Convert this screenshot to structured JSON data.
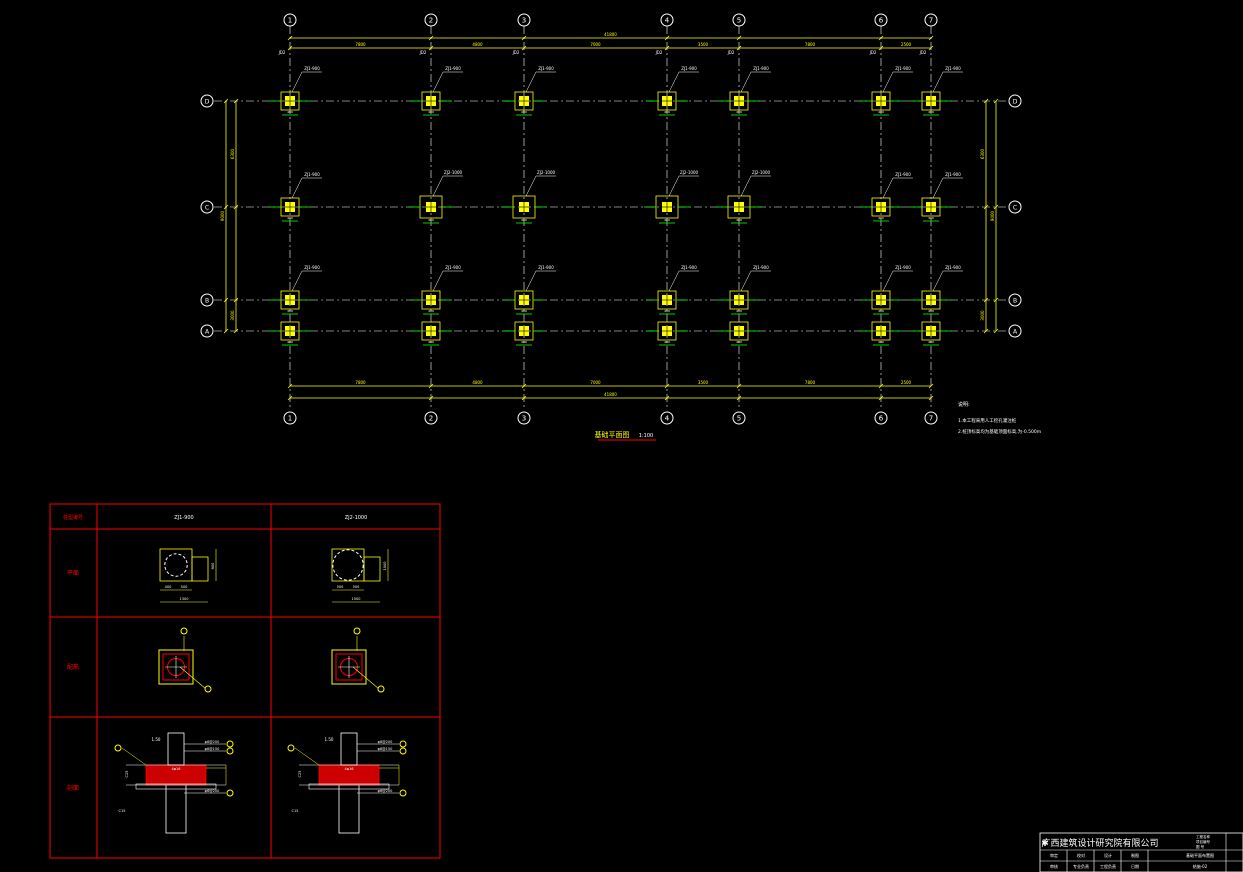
{
  "plan": {
    "title": "基础平面图",
    "scale": "1:100",
    "axes_x": [
      "1",
      "2",
      "3",
      "4",
      "5",
      "6",
      "7"
    ],
    "axes_y": [
      "D",
      "C",
      "B",
      "A"
    ],
    "dims_top": [
      "7800",
      "4800",
      "7000",
      "3500",
      "7800",
      "2500"
    ],
    "dims_total": "41800",
    "dims_right": [
      "9000",
      "6300",
      "3000"
    ],
    "col_labels_top": [
      "ZJ1-900",
      "ZJ1-900",
      "ZJ1-900",
      "ZJ1-900",
      "ZJ1-900",
      "ZJ1-900",
      "ZJ1-900"
    ],
    "col_labels_mid": [
      "ZJ1-900",
      "ZJ2-1000",
      "ZJ2-1000",
      "ZJ2-1000",
      "ZJ2-1000",
      "ZJ1-900",
      "ZJ1-900"
    ],
    "col_labels_low": [
      "ZJ1-900",
      "ZJ1-900",
      "ZJ1-900",
      "ZJ1-900",
      "ZJ1-900",
      "ZJ1-900",
      "ZJ1-900"
    ],
    "tag_small": "JD2",
    "dim_small": "400",
    "notes_title": "说明:",
    "notes": [
      "1.本工程采用人工挖孔灌注桩",
      "2.桩顶标高均为基础顶面标高,为-0.500m"
    ]
  },
  "table": {
    "header_col0": "桩型编号",
    "header_col1": "ZJ1-900",
    "header_col2": "ZJ2-1000",
    "row1": "平面",
    "row2": "配筋",
    "row3": "剖面",
    "dims_plan1": [
      "400",
      "500",
      "1300",
      "900"
    ],
    "dims_plan2": [
      "500",
      "500",
      "1500",
      "1000"
    ],
    "section_texts": [
      "1.50",
      "φ8@200",
      "φ8@150",
      "C25",
      "4φ16",
      "C15",
      "φ6@200"
    ],
    "marks": [
      "1",
      "2",
      "3",
      "4"
    ]
  },
  "title_block": {
    "company": "广西建筑设计研究院有限公司",
    "small_lines": [
      "工程名称",
      "项目编号",
      "图 号"
    ],
    "rows": [
      [
        "审定",
        "校对",
        "设计",
        "制图"
      ],
      [
        "审核",
        "专业负责",
        "工程负责",
        "日期"
      ]
    ],
    "drawing_name": "基础平面布置图",
    "drawing_no": "结施-02"
  },
  "colors": {
    "bg": "#000000",
    "axis": "#ffffff",
    "dim": "#ffff00",
    "column": "#ffff00",
    "rebar": "#00ff00",
    "table": "#ff0000",
    "section_fill": "#cc0000"
  }
}
